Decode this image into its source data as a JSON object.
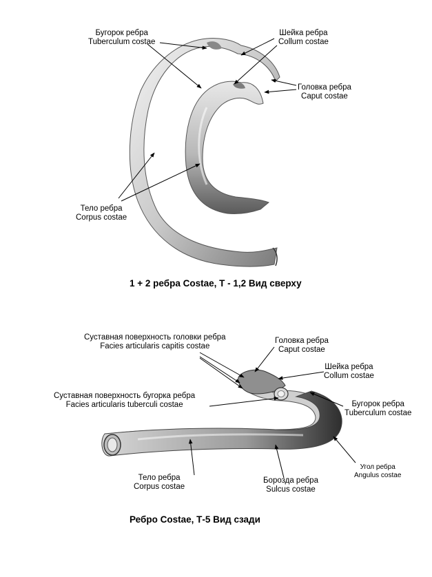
{
  "figure1": {
    "caption": "1 + 2 ребра Costae, T - 1,2  Вид сверху",
    "labels": {
      "tuberculum": {
        "ru": "Бугорок ребра",
        "la": "Tuberculum costae"
      },
      "collum": {
        "ru": "Шейка ребра",
        "la": "Collum costae"
      },
      "caput": {
        "ru": "Головка ребра",
        "la": "Caput costae"
      },
      "corpus": {
        "ru": "Тело ребра",
        "la": "Corpus costae"
      }
    }
  },
  "figure2": {
    "caption": "Ребро  Costae,  Т-5  Вид сзади",
    "labels": {
      "facies_capitis": {
        "ru": "Суставная поверхность головки ребра",
        "la": "Facies articularis capitis costae"
      },
      "caput": {
        "ru": "Головка ребра",
        "la": "Caput costae"
      },
      "collum": {
        "ru": "Шейка ребра",
        "la": "Collum costae"
      },
      "facies_tuberculi": {
        "ru": "Суставная поверхность бугорка ребра",
        "la": "Facies articularis tuberculi costae"
      },
      "tuberculum": {
        "ru": "Бугорок ребра",
        "la": "Tuberculum costae"
      },
      "angulus": {
        "ru": "Угол ребра",
        "la": "Angulus costae"
      },
      "corpus": {
        "ru": "Тело ребра",
        "la": "Corpus costae"
      },
      "sulcus": {
        "ru": "Борозда ребра",
        "la": "Sulcus costae"
      }
    }
  }
}
